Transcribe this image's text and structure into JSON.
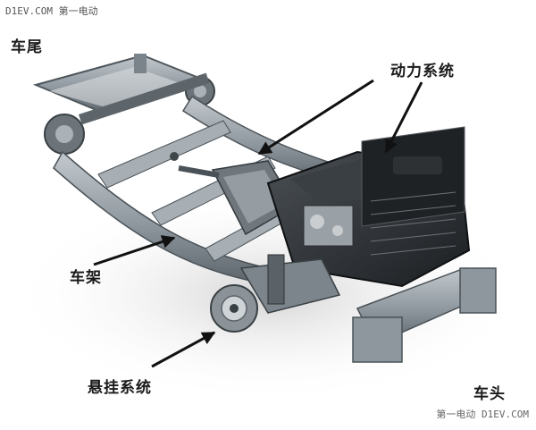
{
  "watermark_top": "D1EV.COM 第一电动",
  "watermark_bottom": "第一电动 D1EV.COM",
  "labels": {
    "tail": "车尾",
    "powertrain": "动力系统",
    "frame": "车架",
    "suspension": "悬挂系统",
    "head": "车头"
  },
  "colors": {
    "frame": "#9aa3aa",
    "frame_dark": "#5f676d",
    "engine": "#2b2e31",
    "arrow": "#111111"
  }
}
